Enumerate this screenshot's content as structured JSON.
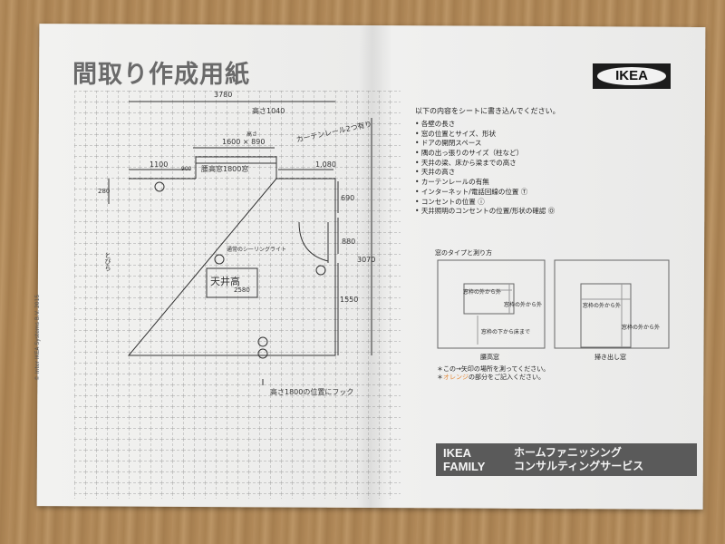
{
  "sheet": {
    "title": "間取り作成用紙",
    "copyright": "© Inter IKEA Systems B.V. 2015"
  },
  "logo": {
    "text": "IKEA"
  },
  "instructions": {
    "intro": "以下の内容をシートに書き込んでください。",
    "items": [
      "各壁の長さ",
      "窓の位置とサイズ、形状",
      "ドアの開閉スペース",
      "隅の出っ張りのサイズ（柱など）",
      "天井の梁、床から梁までの高さ",
      "天井の高さ",
      "カーテンレールの有無",
      "インターネット/電話回線の位置 Ⓣ",
      "コンセントの位置 ⓘ",
      "天井照明のコンセントの位置/形状の確認 Ⓞ"
    ]
  },
  "window_types": {
    "heading": "窓のタイプと測り方",
    "waist": {
      "name": "腰高窓",
      "width_label": "窓枠の外から外",
      "height_label": "窓枠の外から外",
      "floor_label": "窓枠の下から床まで"
    },
    "floor": {
      "name": "掃き出し窓",
      "width_label": "窓枠の外から外",
      "height_label": "窓枠の外から外"
    },
    "note1": "＊この→矢印の場所を測ってください。",
    "note2_prefix": "＊",
    "note2_orange": "オレンジ",
    "note2_suffix": "の部分をご記入ください。"
  },
  "banner": {
    "brand1": "IKEA",
    "brand2": "FAMILY",
    "service1": "ホームファニッシング",
    "service2": "コンサルティングサービス"
  },
  "handwriting": {
    "total_width": "3780",
    "window_height": "高さ1040",
    "curtain": "カーテンレール2つ有り",
    "window_size": "1600 × 890",
    "window_size_note": "高さ",
    "left_gap": "1100",
    "right_gap": "1,080",
    "small": "900",
    "window_label": "腰高窓1800窓",
    "left_offset": "280",
    "right_top": "690",
    "door": "880",
    "depth": "3070",
    "right_bottom": "1550",
    "light": "通常のシーリングライト",
    "ceiling": "天井高",
    "ceiling_val": "2580",
    "hook": "高さ1800の位置にフック",
    "left_side": "とびら"
  },
  "colors": {
    "orange": "#e58a3a",
    "banner": "#5a5a5a"
  }
}
